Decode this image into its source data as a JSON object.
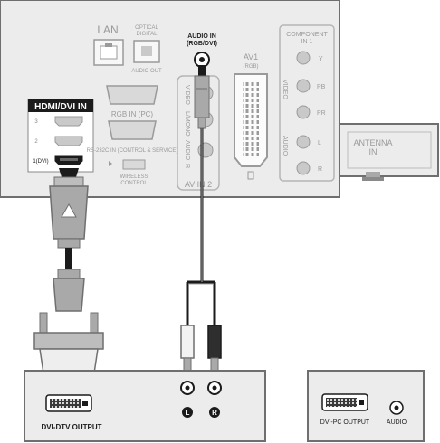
{
  "tv_panel": {
    "lan": "LAN",
    "optical_line1": "OPTICAL",
    "optical_line2": "DIGITAL",
    "audio_out": "AUDIO OUT",
    "audio_in_line1": "AUDIO IN",
    "audio_in_line2": "(RGB/DVI)",
    "av1_line1": "AV1",
    "av1_line2": "(RGB)",
    "component_line1": "COMPONENT",
    "component_line2": "IN 1",
    "hdmi_title": "HDMI/DVI IN",
    "hdmi_port3": "3",
    "hdmi_port2": "2",
    "hdmi_port1": "1(DVI)",
    "rgb_in": "RGB IN (PC)",
    "rs232c": "RS-232C IN (CONTROL & SERVICE)",
    "wireless_line1": "WIRELESS",
    "wireless_line2": "CONTROL",
    "av_in2": "AV IN 2",
    "av2_side_video": "VIDEO",
    "av2_side_lmono": "L/MONO",
    "av2_side_audio": "AUDIO",
    "av2_side_r": "R",
    "comp_y": "Y",
    "comp_pb": "PB",
    "comp_pr": "PR",
    "comp_l": "L",
    "comp_r": "R",
    "comp_side_video": "VIDEO",
    "comp_side_audio": "AUDIO"
  },
  "antenna": {
    "line1": "ANTENNA",
    "line2": "IN"
  },
  "dtv_box": {
    "dvi_output": "DVI-DTV OUTPUT",
    "l_badge": "L",
    "r_badge": "R"
  },
  "pc_box": {
    "dvi_output": "DVI-PC OUTPUT",
    "audio": "AUDIO"
  },
  "colors": {
    "panel_bg": "#ececec",
    "panel_border": "#6f6f6f",
    "connector_grey": "#a9a9a9",
    "dark": "#1b1b1b"
  }
}
